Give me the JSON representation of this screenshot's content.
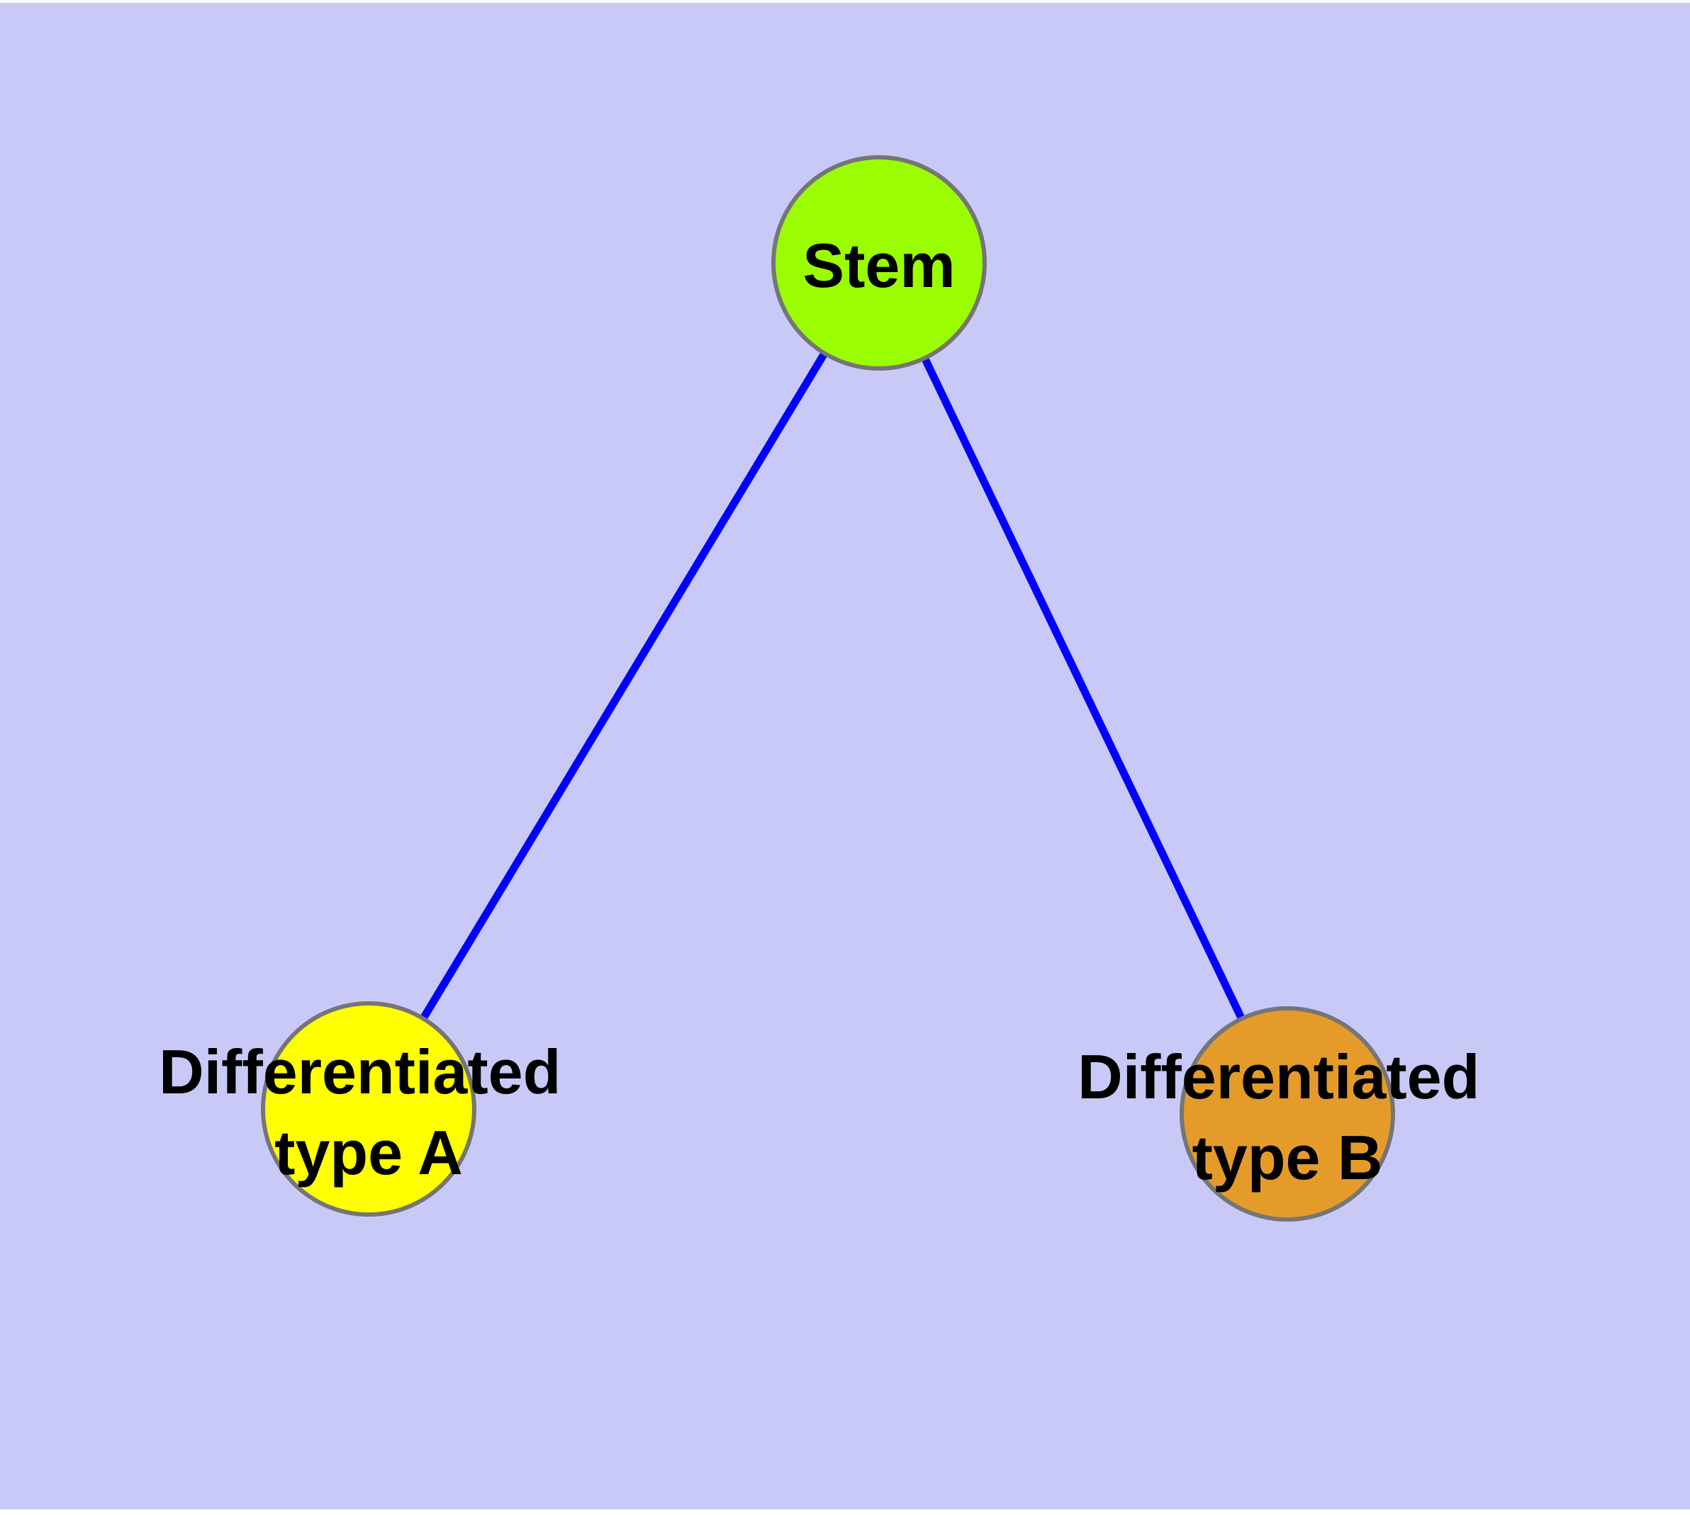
{
  "diagram": {
    "background_color": "#c9c9f8",
    "frame_color": "#ffffff",
    "edge_color": "#0000ff",
    "node_border_color": "#757575",
    "label_color": "#000000",
    "nodes": [
      {
        "id": "stem",
        "label": "Stem",
        "label_lines": [
          "Stem"
        ],
        "color": "#9afe00"
      },
      {
        "id": "differentiated-type-a",
        "label": "Differentiated type A",
        "label_lines": [
          "Differentiated",
          "type A"
        ],
        "color": "#ffff00"
      },
      {
        "id": "differentiated-type-b",
        "label": "Differentiated type B",
        "label_lines": [
          "Differentiated",
          "type B"
        ],
        "color": "#e49b2a"
      }
    ],
    "edges": [
      {
        "from": "stem",
        "to": "differentiated-type-a"
      },
      {
        "from": "stem",
        "to": "differentiated-type-b"
      }
    ]
  }
}
